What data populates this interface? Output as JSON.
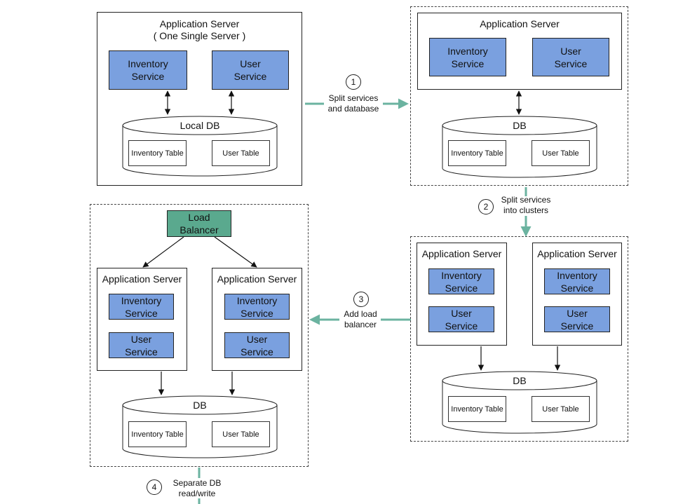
{
  "panel1": {
    "title": "Application Server\n( One Single Server )",
    "inventory_service": "Inventory\nService",
    "user_service": "User\nService",
    "db": "Local DB",
    "inventory_table": "Inventory Table",
    "user_table": "User Table"
  },
  "panel2": {
    "title": "Application Server",
    "inventory_service": "Inventory\nService",
    "user_service": "User\nService",
    "db": "DB",
    "inventory_table": "Inventory Table",
    "user_table": "User Table"
  },
  "panel3": {
    "server_left_title": "Application Server",
    "server_right_title": "Application Server",
    "inventory_service": "Inventory\nService",
    "user_service": "User\nService",
    "db": "DB",
    "inventory_table": "Inventory Table",
    "user_table": "User Table"
  },
  "panel4": {
    "load_balancer": "Load\nBalancer",
    "server_left_title": "Application Server",
    "server_right_title": "Application Server",
    "inventory_service": "Inventory\nService",
    "user_service": "User\nService",
    "db": "DB",
    "inventory_table": "Inventory Table",
    "user_table": "User Table"
  },
  "steps": [
    {
      "number": "1",
      "label": "Split services\nand database"
    },
    {
      "number": "2",
      "label": "Split services\ninto clusters"
    },
    {
      "number": "3",
      "label": "Add load\nbalancer"
    },
    {
      "number": "4",
      "label": "Separate DB\nread/write"
    }
  ],
  "colors": {
    "service_fill": "#7aa0df",
    "load_balancer_fill": "#5aa98e",
    "step_arrow": "#6bb3a0"
  }
}
